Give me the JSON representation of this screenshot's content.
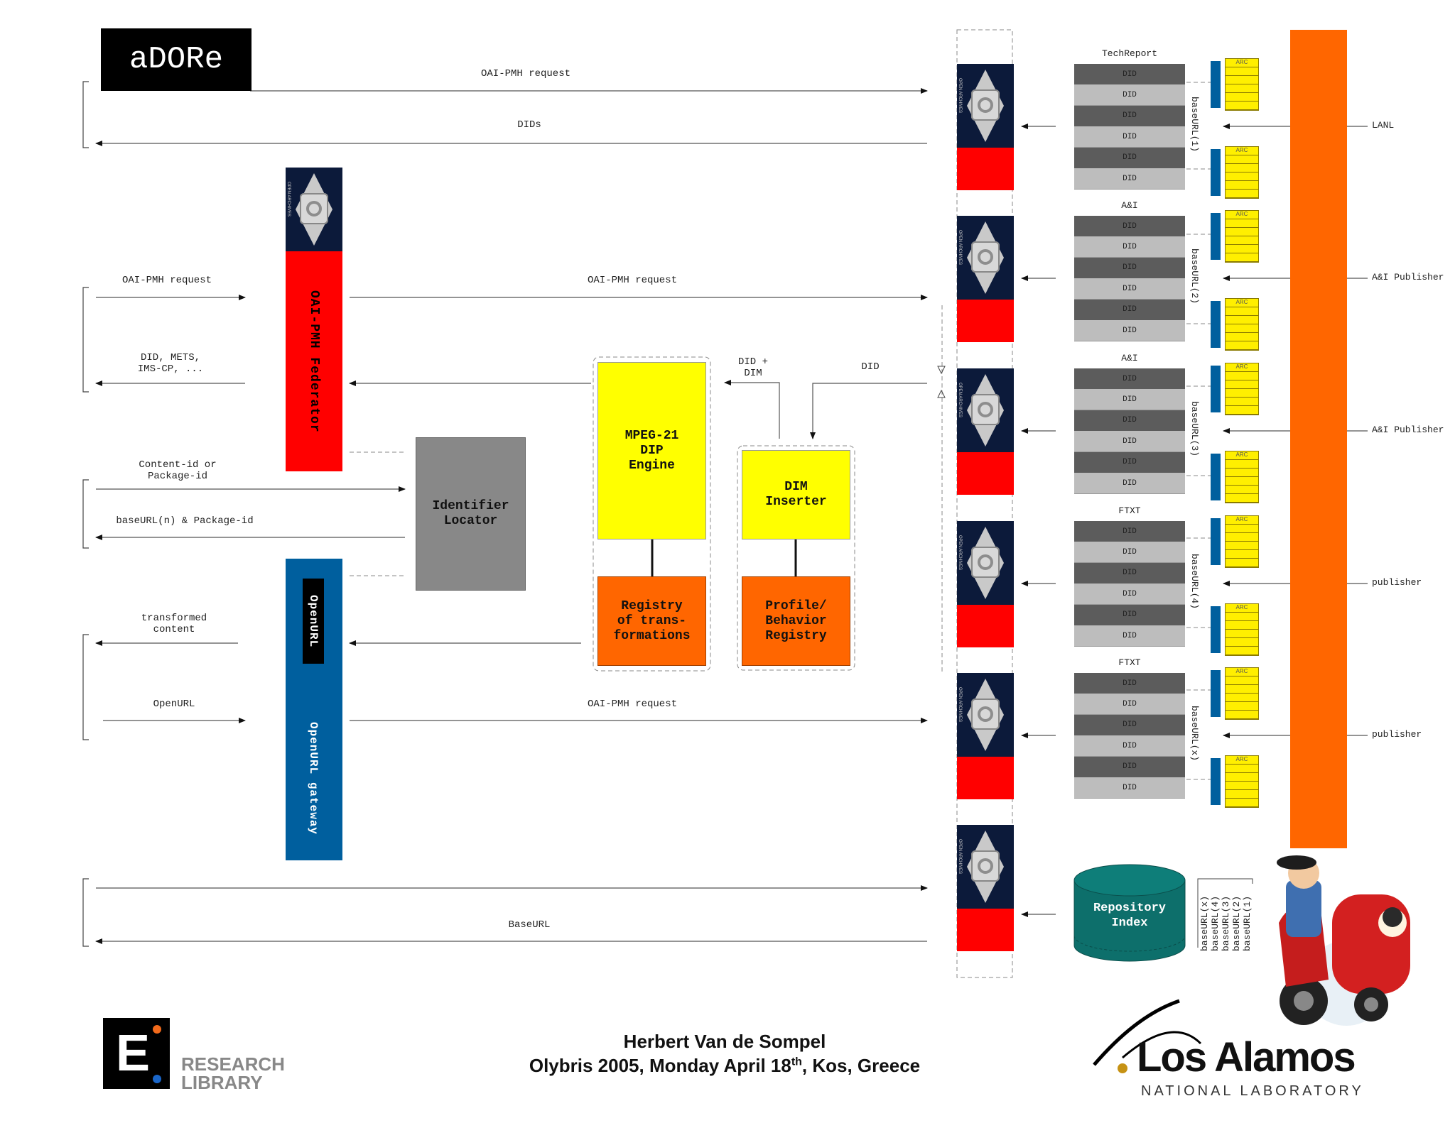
{
  "title": "aDORe",
  "arrows": {
    "oai_request_top": "OAI-PMH request",
    "dids": "DIDs",
    "oai_request_left": "OAI-PMH request",
    "oai_request_mid": "OAI-PMH request",
    "did_mets": "DID, METS,\nIMS-CP, ...",
    "did_dim": "DID +\nDIM",
    "did": "DID",
    "content_id": "Content-id or\nPackage-id",
    "baseurl_package": "baseURL(n) & Package-id",
    "transformed": "transformed\ncontent",
    "openurl": "OpenURL",
    "oai_request_low": "OAI-PMH request",
    "baseurl": "BaseURL"
  },
  "boxes": {
    "federator": "OAI-PMH Federator",
    "identifier_locator": "Identifier\nLocator",
    "mpeg21": "MPEG-21\nDIP\nEngine",
    "registry_trans": "Registry\nof trans-\nformations",
    "dim_inserter": "DIM\nInserter",
    "profile_registry": "Profile/\nBehavior\nRegistry",
    "openurl_tag": "OpenURL",
    "openurl_gateway": "OpenURL gateway",
    "repository_index": "Repository\nIndex"
  },
  "icons": {
    "open_archives": "OPEN ARCHIVES",
    "arc": "ARC"
  },
  "repositories": [
    {
      "title": "TechReport",
      "baseurl": "baseURL(1)",
      "source": "LANL"
    },
    {
      "title": "A&I",
      "baseurl": "baseURL(2)",
      "source": "A&I Publisher"
    },
    {
      "title": "A&I",
      "baseurl": "baseURL(3)",
      "source": "A&I Publisher"
    },
    {
      "title": "FTXT",
      "baseurl": "baseURL(4)",
      "source": "publisher"
    },
    {
      "title": "FTXT",
      "baseurl": "baseURL(x)",
      "source": "publisher"
    }
  ],
  "did_label": "DID",
  "index_list": [
    "baseURL(1)",
    "baseURL(2)",
    "baseURL(3)",
    "baseURL(4)",
    "baseURL(x)"
  ],
  "footer": {
    "author": "Herbert Van de Sompel",
    "event_pre": "Olybris 2005, Monday April 18",
    "event_sup": "th",
    "event_post": ", Kos, Greece",
    "research": "RESEARCH",
    "library": "LIBRARY",
    "lanl_name": "Los Alamos",
    "lanl_sub": "NATIONAL LABORATORY",
    "logo_letter": "E"
  },
  "colors": {
    "red": "#ff0000",
    "orange": "#ff6600",
    "yellow": "#ffff00",
    "blue": "#005f9e",
    "grey": "#888888",
    "teal": "#0d6f6b"
  }
}
